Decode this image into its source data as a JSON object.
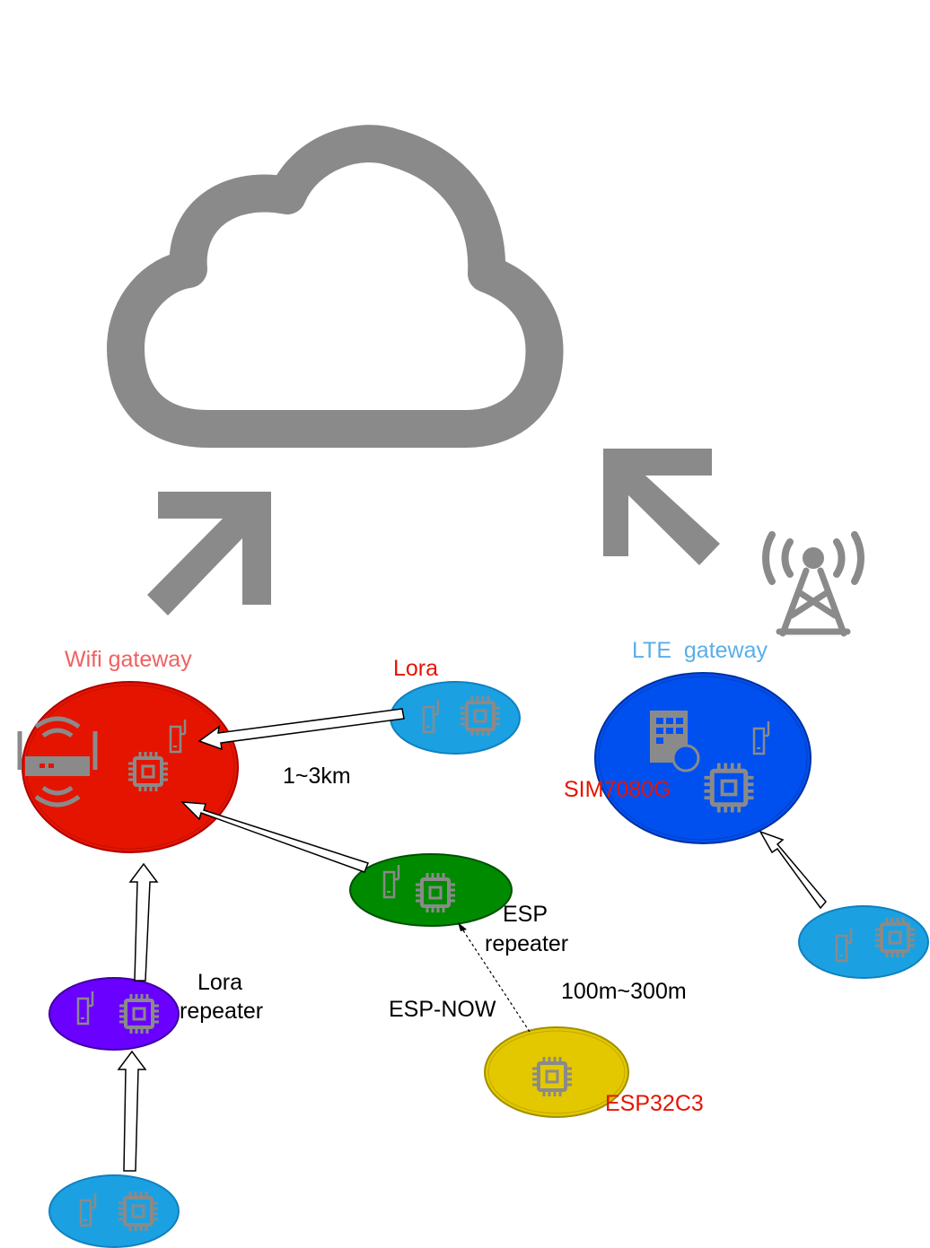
{
  "labels": {
    "wifi_gateway": "Wifi gateway",
    "lte_gateway": "LTE  gateway",
    "lora": "Lora",
    "range_lora": "1~3km",
    "sim_module": "SIM7080G",
    "esp_repeater_line1": "ESP",
    "esp_repeater_line2": "repeater",
    "lora_repeater_line1": "Lora",
    "lora_repeater_line2": "repeater",
    "range_esp": "100m~300m",
    "esp_now": "ESP-NOW",
    "esp32c3": "ESP32C3"
  },
  "colors": {
    "gray_icon": "#8a8a8a",
    "wifi_gateway_fill": "#e51400",
    "lte_gateway_fill": "#0050ef",
    "lora_node_fill": "#1ba1e2",
    "esp_repeater_fill": "#008a00",
    "lora_repeater_fill": "#6a00ff",
    "esp32c3_fill": "#e3c800",
    "wifi_label": "#f06060",
    "lte_label": "#5aaee8",
    "red_text": "#e51400",
    "black_text": "#000000"
  },
  "icons": [
    "cloud-icon",
    "up-right-arrow-icon",
    "up-left-arrow-icon",
    "cell-tower-icon",
    "wifi-router-icon",
    "chip-icon",
    "sensor-icon",
    "sim-card-icon"
  ]
}
